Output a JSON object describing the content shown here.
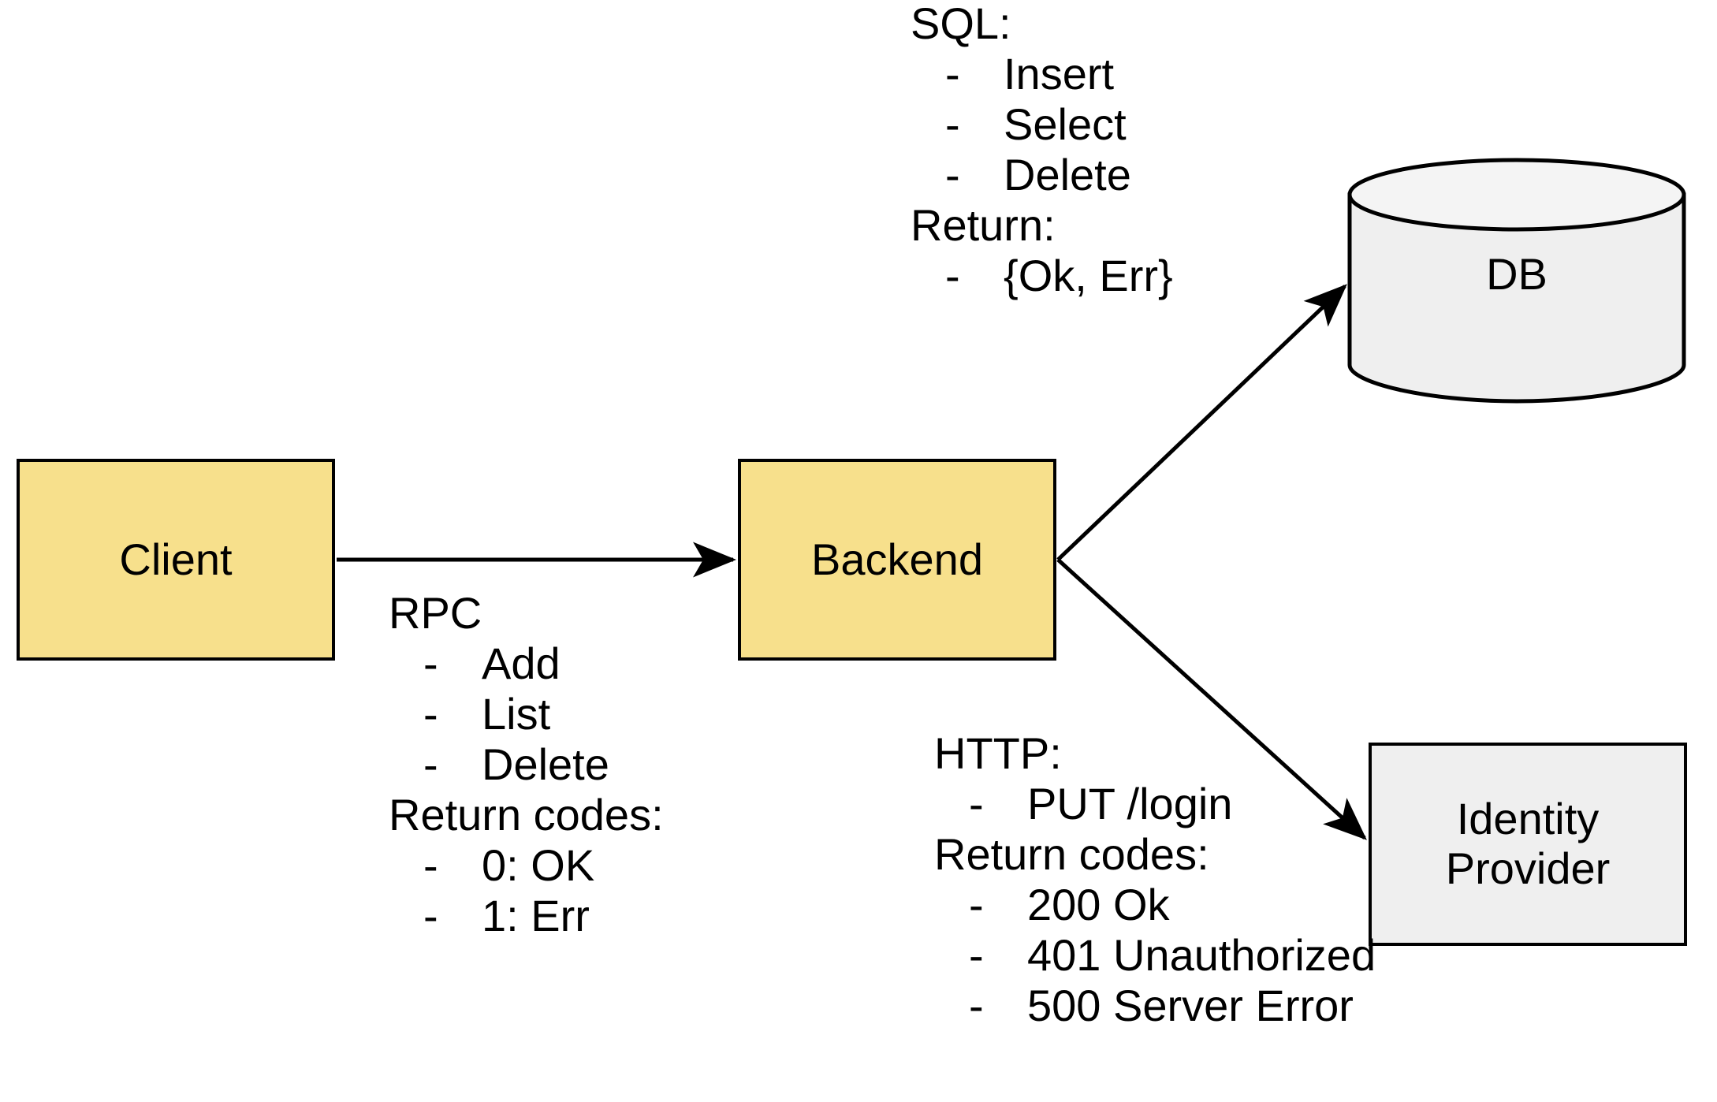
{
  "diagram": {
    "title": "Client / Backend / DB / Identity Provider architecture",
    "colors": {
      "node_fill_yellow": "#F7E08C",
      "node_fill_gray": "#EFEFEF",
      "stroke": "#000000",
      "background": "#FFFFFF"
    }
  },
  "nodes": {
    "client": {
      "label": "Client",
      "shape": "rectangle",
      "fill": "#F7E08C"
    },
    "backend": {
      "label": "Backend",
      "shape": "rectangle",
      "fill": "#F7E08C"
    },
    "db": {
      "label": "DB",
      "shape": "cylinder",
      "fill": "#EFEFEF"
    },
    "identity_provider": {
      "label": "Identity\nProvider",
      "shape": "rectangle",
      "fill": "#EFEFEF"
    }
  },
  "edges": {
    "client_to_backend": {
      "from": "Client",
      "to": "Backend",
      "protocol": "RPC",
      "arrow": "single"
    },
    "backend_to_db": {
      "from": "Backend",
      "to": "DB",
      "protocol": "SQL",
      "arrow": "single"
    },
    "backend_to_idp": {
      "from": "Backend",
      "to": "Identity Provider",
      "protocol": "HTTP",
      "arrow": "single"
    }
  },
  "annotations": {
    "rpc": {
      "header": "RPC",
      "dash": "-",
      "items": [
        "Add",
        "List",
        "Delete"
      ],
      "returns_header": "Return codes:",
      "returns": [
        "0: OK",
        "1: Err"
      ]
    },
    "sql": {
      "header": "SQL:",
      "dash": "-",
      "items": [
        "Insert",
        "Select",
        "Delete"
      ],
      "returns_header": "Return:",
      "returns": [
        "{Ok, Err}"
      ]
    },
    "http": {
      "header": "HTTP:",
      "dash": "-",
      "items": [
        "PUT /login"
      ],
      "returns_header": "Return codes:",
      "returns": [
        "200 Ok",
        "401 Unauthorized",
        "500 Server Error"
      ]
    }
  }
}
